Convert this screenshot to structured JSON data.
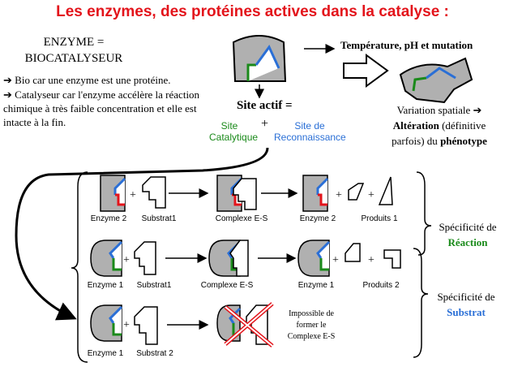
{
  "title": "Les enzymes, des protéines actives dans la catalyse :",
  "definition": {
    "line1": "ENZYME =",
    "line2": "BIOCATALYSEUR"
  },
  "bullets": [
    "Bio car une enzyme est une protéine.",
    "Catalyseur car l'enzyme accélère la réaction chimique à très faible concentration et elle est intacte à la fin."
  ],
  "arrow_glyph": "➔",
  "top": {
    "factors": "Température, pH et mutation",
    "active_site": "Site actif =",
    "plus": "+",
    "catalytic_site": "Site Catalytique",
    "recognition_site": "Site de Reconnaissance",
    "variation_line1": "Variation spatiale",
    "variation_alteration": "Altération",
    "variation_rest1": "(définitive",
    "variation_line3a": "parfois) du",
    "variation_phenotype": "phénotype"
  },
  "rows": [
    {
      "enzyme": "Enzyme 2",
      "substrate": "Substrat1",
      "complex": "Complexe E-S",
      "enzyme_after": "Enzyme 2",
      "products": "Produits 1"
    },
    {
      "enzyme": "Enzyme 1",
      "substrate": "Substrat1",
      "complex": "Complexe E-S",
      "enzyme_after": "Enzyme 1",
      "products": "Produits 2"
    },
    {
      "enzyme": "Enzyme 1",
      "substrate": "Substrat 2",
      "impossible": "Impossible de former le Complexe E-S"
    }
  ],
  "specificity": {
    "reaction_label": "Spécificité de",
    "reaction_word": "Réaction",
    "substrate_label": "Spécificité de",
    "substrate_word": "Substrat"
  },
  "colors": {
    "title": "#e3141b",
    "catalytic": "#1a8a1a",
    "recognition": "#2a6fd6",
    "enzyme_fill": "#b0b0b0",
    "alt_red": "#e3141b"
  }
}
